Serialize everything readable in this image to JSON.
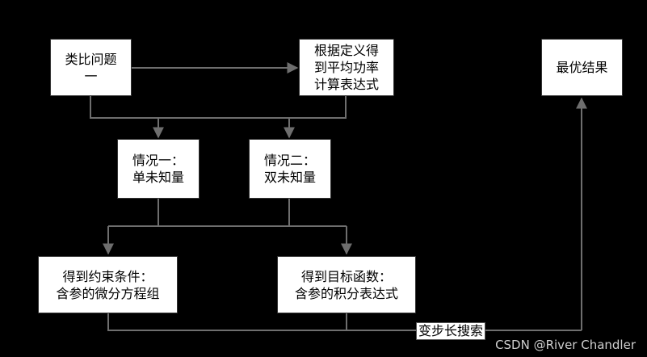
{
  "nodes": {
    "n1": "类比问题\n一",
    "n2": "根据定义得\n到平均功率\n计算表达式",
    "n3": "最优结果",
    "n4": "情况一：\n单未知量",
    "n5": "情况二：\n双未知量",
    "n6": "得到约束条件：\n含参的微分方程组",
    "n7": "得到目标函数：\n含参的积分表达式"
  },
  "edge_label": "变步长搜索",
  "watermark": "CSDN @River Chandler",
  "colors": {
    "background": "#000000",
    "line": "#6e6e6e",
    "box": "#ffffff"
  }
}
